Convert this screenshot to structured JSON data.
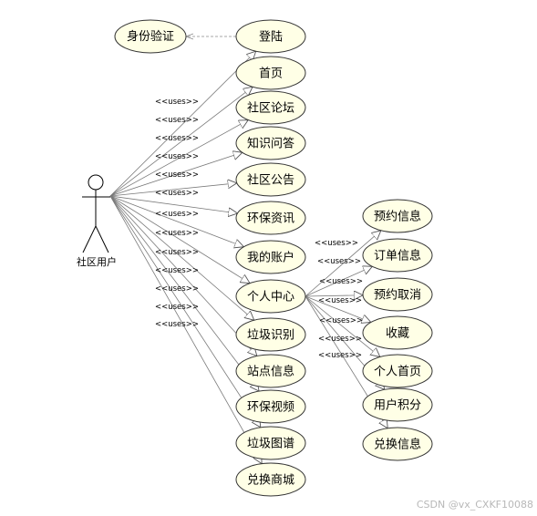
{
  "actor": {
    "label": "社区用户"
  },
  "auth": {
    "label": "身份验证"
  },
  "left_use_cases": [
    "登陆",
    "首页",
    "社区论坛",
    "知识问答",
    "社区公告",
    "环保资讯",
    "我的账户",
    "个人中心",
    "垃圾识别",
    "站点信息",
    "环保视频",
    "垃圾图谱",
    "兑换商城"
  ],
  "right_use_cases": [
    "预约信息",
    "订单信息",
    "预约取消",
    "收藏",
    "个人首页",
    "用户积分",
    "兑换信息"
  ],
  "stereotype": "<<uses>>",
  "watermark": "CSDN @vx_CXKF10088"
}
